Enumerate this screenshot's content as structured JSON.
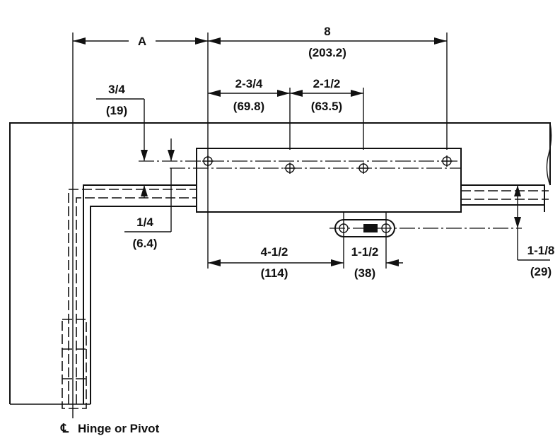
{
  "dimensions": {
    "a": {
      "label": "A"
    },
    "overall": {
      "fraction": "8",
      "metric": "(203.2)"
    },
    "hole_spacing_1": {
      "fraction": "2-3/4",
      "metric": "(69.8)"
    },
    "hole_spacing_2": {
      "fraction": "2-1/2",
      "metric": "(63.5)"
    },
    "top_offset": {
      "fraction": "3/4",
      "metric": "(19)"
    },
    "frame_offset": {
      "fraction": "1/4",
      "metric": "(6.4)"
    },
    "arm_offset": {
      "fraction": "4-1/2",
      "metric": "(114)"
    },
    "shoe_length": {
      "fraction": "1-1/2",
      "metric": "(38)"
    },
    "shoe_drop": {
      "fraction": "1-1/8",
      "metric": "(29)"
    }
  },
  "centerline_note": {
    "symbol": "℄",
    "text": "Hinge or Pivot"
  }
}
